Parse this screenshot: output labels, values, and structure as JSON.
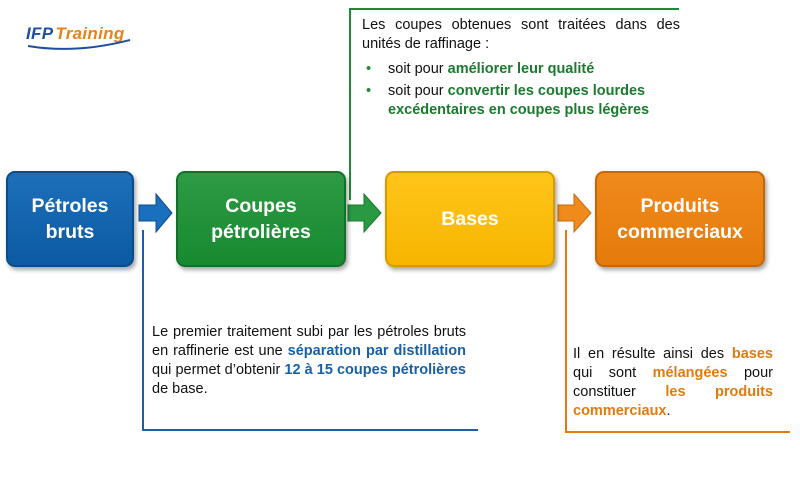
{
  "logo": {
    "part1": "IFP",
    "part2": "Training"
  },
  "boxes": {
    "b1": "Pétroles\nbruts",
    "b2": "Coupes\npétrolières",
    "b3": "Bases",
    "b4": "Produits\ncommerciaux"
  },
  "top_note": {
    "intro": "Les coupes obtenues sont traitées dans des unités de raffinage :",
    "bullet1_prefix": "soit pour ",
    "bullet1_bold": "améliorer leur qualité",
    "bullet2_prefix": "soit pour ",
    "bullet2_bold": "convertir les coupes lourdes excédentaires en coupes plus légères"
  },
  "left_note": {
    "t1": "Le premier traitement subi par les pétroles bruts en raffinerie est une ",
    "b1": "séparation par distillation",
    "t2": " qui permet d’obtenir ",
    "b2": "12 à 15 coupes pétrolières",
    "t3": " de base."
  },
  "right_note": {
    "t1": "Il en résulte ainsi des ",
    "b1": "bases",
    "t2": " qui sont ",
    "b2": "mélangées",
    "t3": " pour constituer ",
    "b3": "les produits commerciaux",
    "t4": "."
  },
  "colors": {
    "blue": "#0b5aa2",
    "green": "#178a30",
    "yellow": "#f7b500",
    "orange": "#e57a0c"
  }
}
